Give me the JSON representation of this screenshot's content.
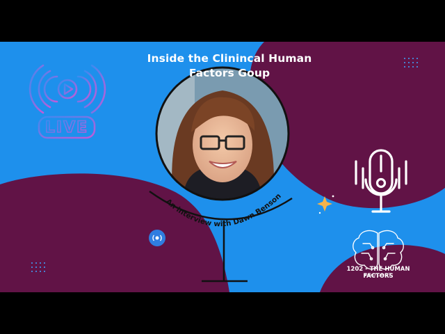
{
  "title_line1": "Inside the Clinincal Human",
  "title_line2": "Factors Goup",
  "live_label": "LIVE",
  "curved_caption": "An interview with Dawn Benson",
  "podcast_name": "1202 - THE HUMAN FACTORS",
  "podcast_sub": "PODCAST",
  "colors": {
    "background_blue": "#1e90ec",
    "plum": "#611346",
    "letterbox": "#000000",
    "text": "#ffffff",
    "live_gradient_start": "#3a8cf0",
    "live_gradient_end": "#c45ad8"
  },
  "icons": [
    "live-broadcast-icon",
    "play-icon",
    "microphone-icon",
    "brain-icon",
    "sparkle-icon",
    "broadcast-dot-icon"
  ]
}
